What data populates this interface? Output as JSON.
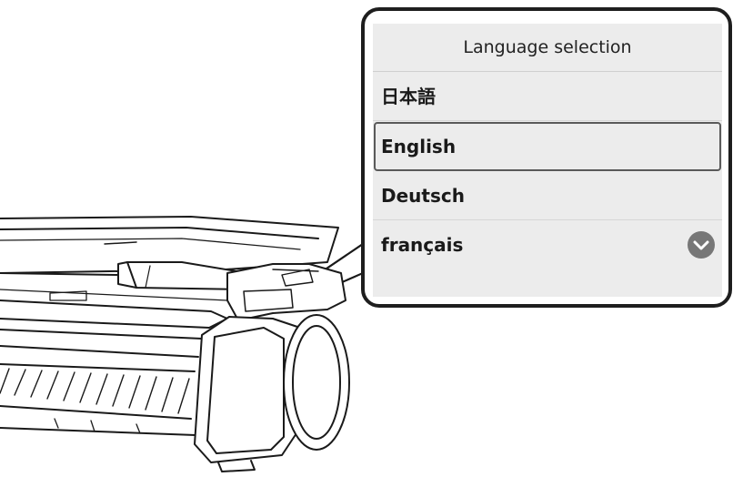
{
  "screen": {
    "title": "Language selection",
    "languages": [
      {
        "label": "日本語",
        "selected": false
      },
      {
        "label": "English",
        "selected": true
      },
      {
        "label": "Deutsch",
        "selected": false
      },
      {
        "label": "français",
        "selected": false
      }
    ],
    "scroll_icon": "chevron-down-icon"
  },
  "colors": {
    "screen_background": "#ececec",
    "selection_border": "#5a5a5a",
    "scroll_button": "#777777"
  }
}
